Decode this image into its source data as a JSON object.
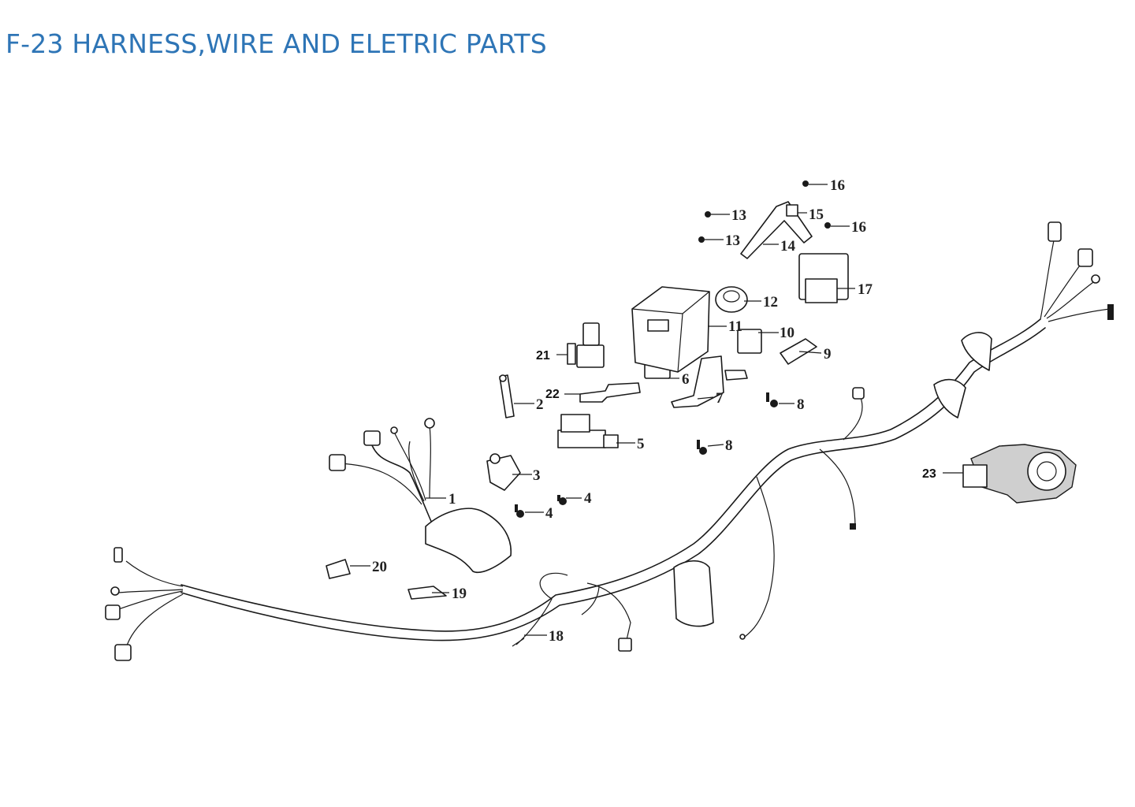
{
  "title": "F-23  HARNESS,WIRE AND ELETRIC PARTS",
  "callouts": [
    "1",
    "2",
    "3",
    "4",
    "5",
    "6",
    "7",
    "8",
    "9",
    "10",
    "11",
    "12",
    "13",
    "14",
    "15",
    "16",
    "17",
    "18",
    "19",
    "20",
    "21",
    "22",
    "23"
  ],
  "colors": {
    "title": "#2e75b6",
    "line": "#1a1a1a"
  }
}
